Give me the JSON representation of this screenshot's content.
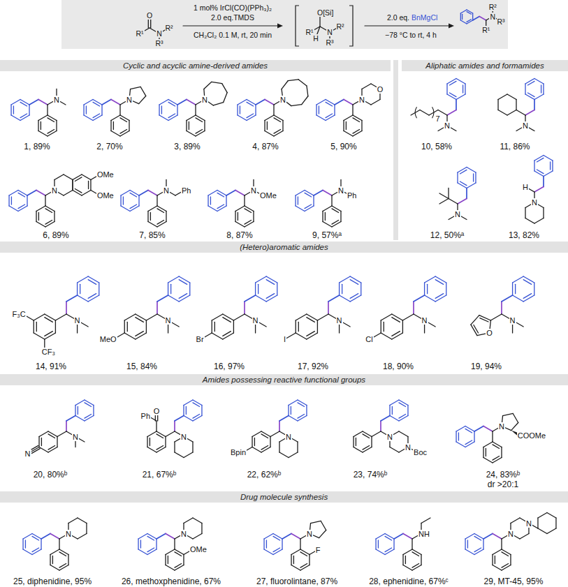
{
  "diagram": {
    "nodes": [
      {
        "text": [
          "1 mol% IrCl(CO)(PPh₃)₂",
          "2.0 eq.TMDS",
          "CH₂Cl₂ 0.1 M, rt, 20 min",
          "2.0 eq.",
          "BnMgCl",
          "−78 °C to rt, 4 h"
        ]
      },
      {
        "text": [
          "Cyclic and acyclic amine-derived amides"
        ]
      },
      {
        "text": [
          "Aliphatic amides and formamides"
        ]
      },
      {
        "text": [
          "(Hetero)aromatic amides"
        ]
      },
      {
        "text": [
          "Amides possessing reactive functional groups"
        ]
      },
      {
        "text": [
          "Drug molecule synthesis"
        ]
      }
    ],
    "labels": [
      "R¹",
      "O",
      "N",
      "R²",
      "R³",
      "O[Si]",
      "R¹",
      "H",
      "N",
      "R²",
      "R³",
      "N",
      "R²",
      "R³",
      "R¹",
      "N",
      "1, 89%",
      "N",
      "2, 70%",
      "N",
      "3, 89%",
      "N",
      "4, 87%",
      "N",
      "O",
      "5, 90%",
      "N",
      "OMe",
      "OMe",
      "6, 89%",
      "N",
      "Ph",
      "7, 85%",
      "N",
      "OMe",
      "8, 87%",
      "N",
      "Ph",
      "9, 57%ᵃ",
      "7",
      "N",
      "10, 58%",
      "N",
      "11, 86%",
      "N",
      "12, 50%ᵃ",
      "H",
      "N",
      "13, 82%",
      "F₃C",
      "CF₃",
      "N",
      "14, 91%",
      "MeO",
      "N",
      "15, 84%",
      "Br",
      "N",
      "16, 97%",
      "I",
      "N",
      "17, 92%",
      "Cl",
      "N",
      "18, 90%",
      "O",
      "N",
      "19, 94%",
      "N",
      "N",
      "20, 80%ᵇ",
      "Ph",
      "O",
      "N",
      "21, 67%ᵇ",
      "Bpin",
      "N",
      "22, 62%ᵇ",
      "N",
      "N",
      "Boc",
      "23, 74%ᵇ",
      "N",
      "COOMe",
      "24, 83%ᵇ",
      "dr >20:1",
      "N",
      "25, diphenidine, 95%",
      "OMe",
      "N",
      "26, methoxphenidine, 67%",
      "F",
      "N",
      "27, fluorolintane, 87%",
      "NH",
      "28, ephenidine, 67%ᶜ",
      "N",
      "N",
      "29, MT-45, 95%"
    ]
  }
}
